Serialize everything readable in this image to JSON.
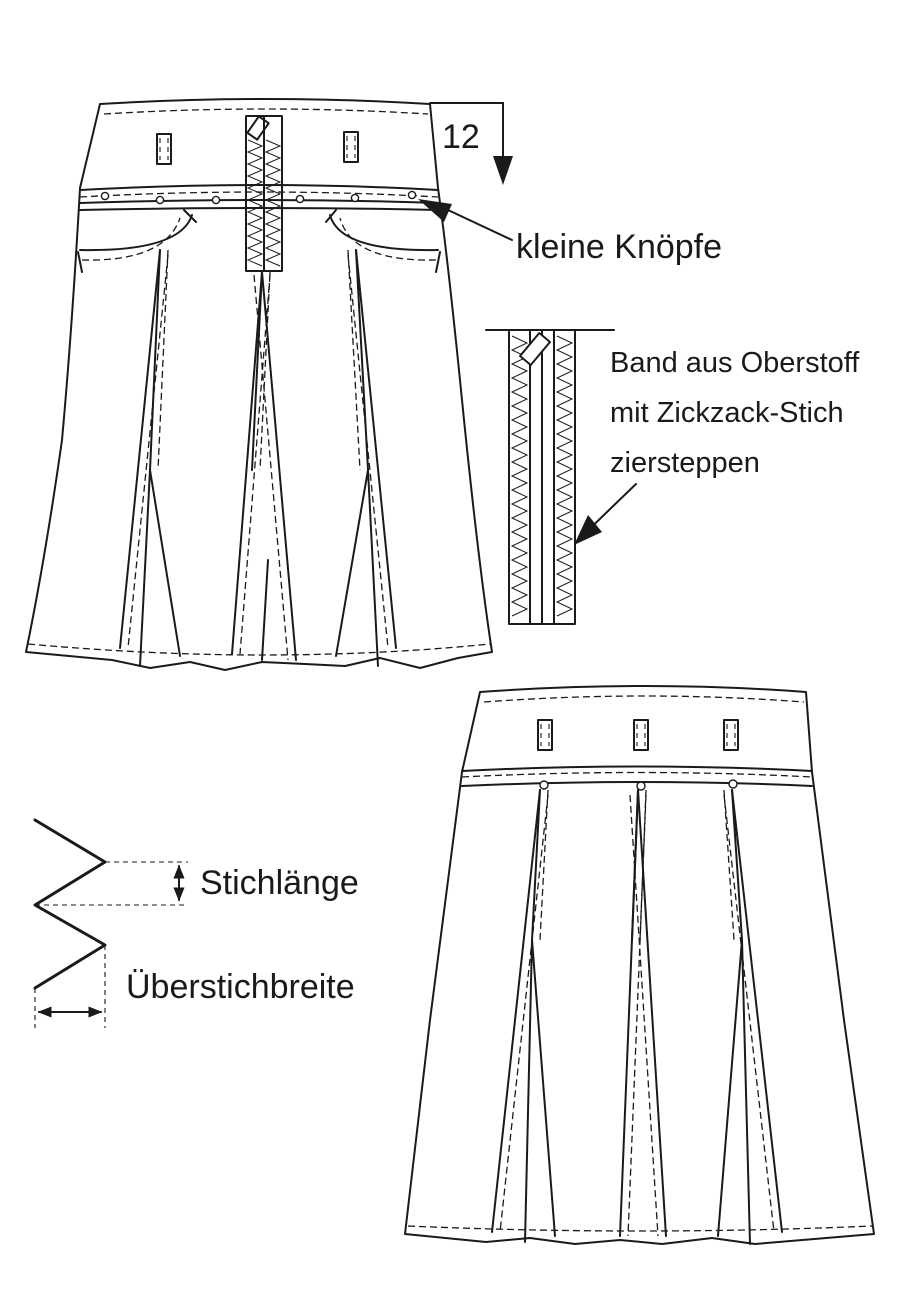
{
  "labels": {
    "measure": "12",
    "buttons": "kleine Knöpfe",
    "band_line1": "Band aus Oberstoff",
    "band_line2": "mit Zickzack-Stich",
    "band_line3": "ziersteppen",
    "stitch_length": "Stichlänge",
    "stitch_width": "Überstichbreite"
  },
  "colors": {
    "line": "#1a1a1a",
    "background": "#ffffff"
  },
  "icons": [
    "arrow-down-icon",
    "arrow-left-icon",
    "double-arrow-vertical-icon",
    "double-arrow-horizontal-icon"
  ]
}
